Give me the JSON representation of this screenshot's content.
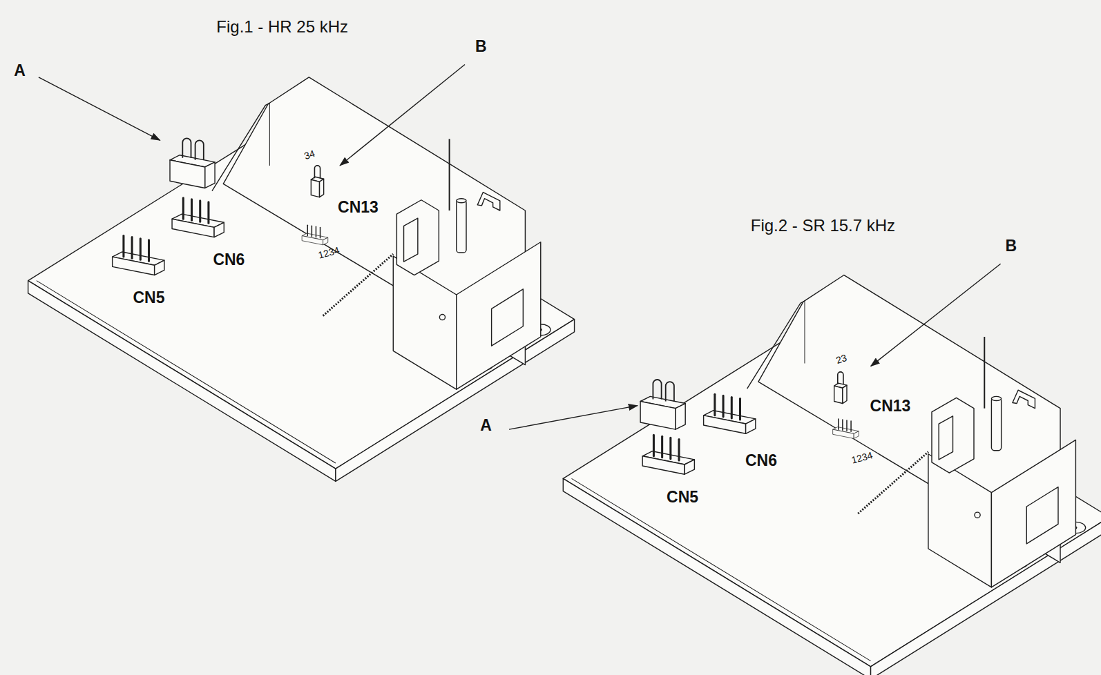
{
  "diagram": {
    "labels": [
      "Fig.1 - HR 25 kHz",
      "A",
      "B",
      "34",
      "CN13",
      "1234",
      "CN6",
      "CN5",
      "Fig.2 - SR 15.7 kHz",
      "B",
      "23",
      "A",
      "CN13",
      "CN6",
      "CN5",
      "1234"
    ]
  }
}
